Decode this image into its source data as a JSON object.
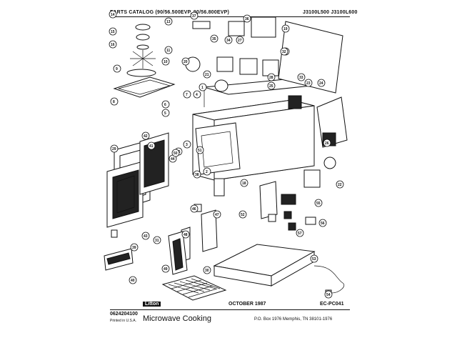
{
  "header": {
    "left": "PARTS CATALOG (90/56.500EVP, 90/56.800EVP)",
    "right": "J3100L500  J3100L600"
  },
  "footer": {
    "brand": "Litton",
    "date": "OCTOBER 1987",
    "code": "EC-PC041",
    "part_number": "0624204100",
    "printed": "Printed in U.S.A.",
    "title": "Microwave Cooking",
    "address": "P.O. Box 1976 Memphis, TN 38101-1976"
  },
  "callouts": [
    "14",
    "13",
    "15",
    "16",
    "11",
    "10",
    "9",
    "8",
    "7",
    "6",
    "5",
    "4",
    "3",
    "2",
    "1",
    "17",
    "18",
    "19",
    "20",
    "21",
    "22",
    "23",
    "24",
    "25",
    "26",
    "27",
    "28",
    "29",
    "30",
    "31",
    "32",
    "33",
    "34",
    "35",
    "36",
    "37",
    "38",
    "39",
    "40",
    "41",
    "42",
    "43",
    "44",
    "45",
    "46",
    "47",
    "48",
    "49",
    "50",
    "51",
    "52",
    "53",
    "54",
    "55",
    "56",
    "57"
  ]
}
